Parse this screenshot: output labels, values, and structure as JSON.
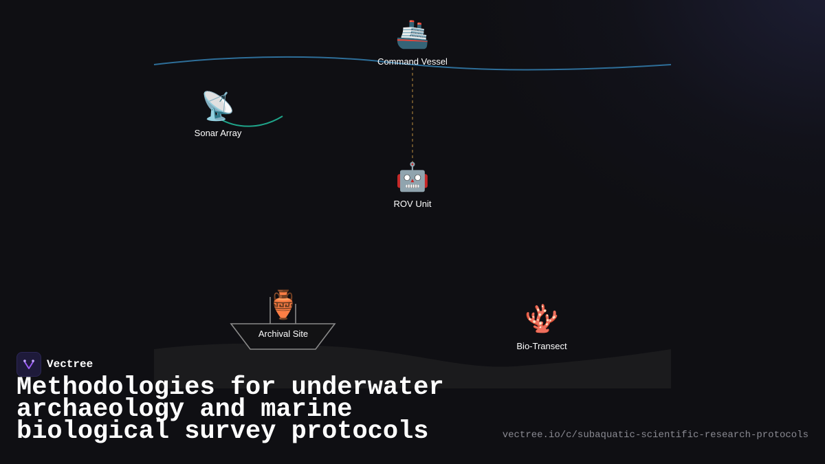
{
  "brand": {
    "name": "Vectree",
    "logo_icon": "vectree-logo-icon"
  },
  "title": "Methodologies for underwater archaeology and marine biological survey protocols",
  "url": "vectree.io/c/subaquatic-scientific-research-protocols",
  "nodes": {
    "command_vessel": {
      "label": "Command Vessel",
      "icon": "🚢"
    },
    "sonar_array": {
      "label": "Sonar Array",
      "icon": "📡"
    },
    "rov_unit": {
      "label": "ROV Unit",
      "icon": "🤖"
    },
    "archival_site": {
      "label": "Archival Site",
      "icon": "🏺"
    },
    "bio_transect": {
      "label": "Bio-Transect",
      "icon": "🪸"
    }
  },
  "colors": {
    "background": "#0f0f13",
    "water_line": "#2e6f9a",
    "sonar_arc": "#1fa58a",
    "tether": "#a07a3a",
    "seabed": "#1c1c1e",
    "accent": "#7c3aed"
  }
}
